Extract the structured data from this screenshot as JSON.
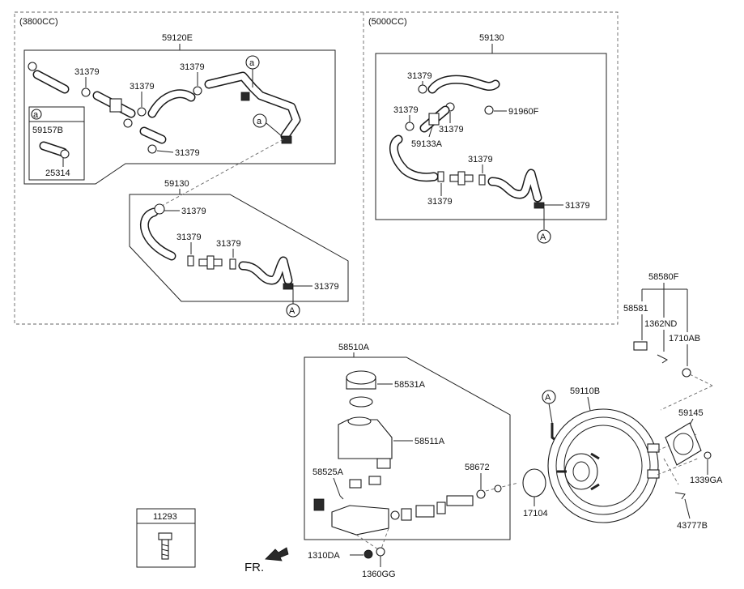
{
  "sections": {
    "engine_3800": "(3800CC)",
    "engine_5000": "(5000CC)"
  },
  "labels": {
    "hose_assy_3800": "59120E",
    "hose_3800_lower": "59130",
    "hose_5000": "59130",
    "clamp": "31379",
    "inset_a_part": "59157B",
    "inset_a_valve": "25314",
    "check_valve_5000": "59133A",
    "clip_5000": "91960F",
    "master_cyl_assy": "58510A",
    "reservoir_cap": "58531A",
    "reservoir": "58511A",
    "grommet": "58525A",
    "o_ring_58672": "58672",
    "bolt_kit": "58580F",
    "pin_58581": "58581",
    "clip_1362ND": "1362ND",
    "washer_1710AB": "1710AB",
    "booster_assy": "59110B",
    "gasket_59145": "59145",
    "nut_1339GA": "1339GA",
    "seal_17104": "17104",
    "pin_43777B": "43777B",
    "nut_1310DA": "1310DA",
    "washer_1360GG": "1360GG",
    "bolt_11293": "11293",
    "front_indicator": "FR."
  },
  "callouts": {
    "a": "a",
    "A": "A"
  }
}
